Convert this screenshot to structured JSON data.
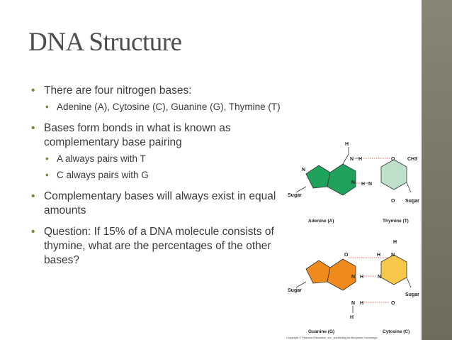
{
  "slide": {
    "title": "DNA Structure",
    "bullets": {
      "b1": "There are four nitrogen bases:",
      "b1_sub1": "Adenine (A), Cytosine (C), Guanine (G), Thymine (T)",
      "b2": "Bases form bonds in what is known as complementary base pairing",
      "b2_sub1": "A always pairs with T",
      "b2_sub2": "C always pairs with G",
      "b3": "Complementary bases will always exist in equal amounts",
      "b4": "Question: If 15% of a DNA molecule consists of thymine, what are the percentages of the other bases?"
    },
    "figure": {
      "labels": {
        "sugar": "Sugar",
        "h": "H",
        "n": "N",
        "o": "O",
        "ch3": "CH3"
      },
      "captions": {
        "adenine": "Adenine (A)",
        "thymine": "Thymine (T)",
        "guanine": "Guanine (G)",
        "cytosine": "Cytosine (C)"
      },
      "copyright": "Copyright © Pearson Education, Inc., publishing as Benjamin Cummings."
    },
    "colors": {
      "accent_bullet": "#6b8c2e",
      "adenine": "#1fa35c",
      "thymine": "#bfe0c8",
      "guanine": "#f08a1c",
      "cytosine": "#f7c84a",
      "sidebar": "#7d7a6b"
    }
  }
}
